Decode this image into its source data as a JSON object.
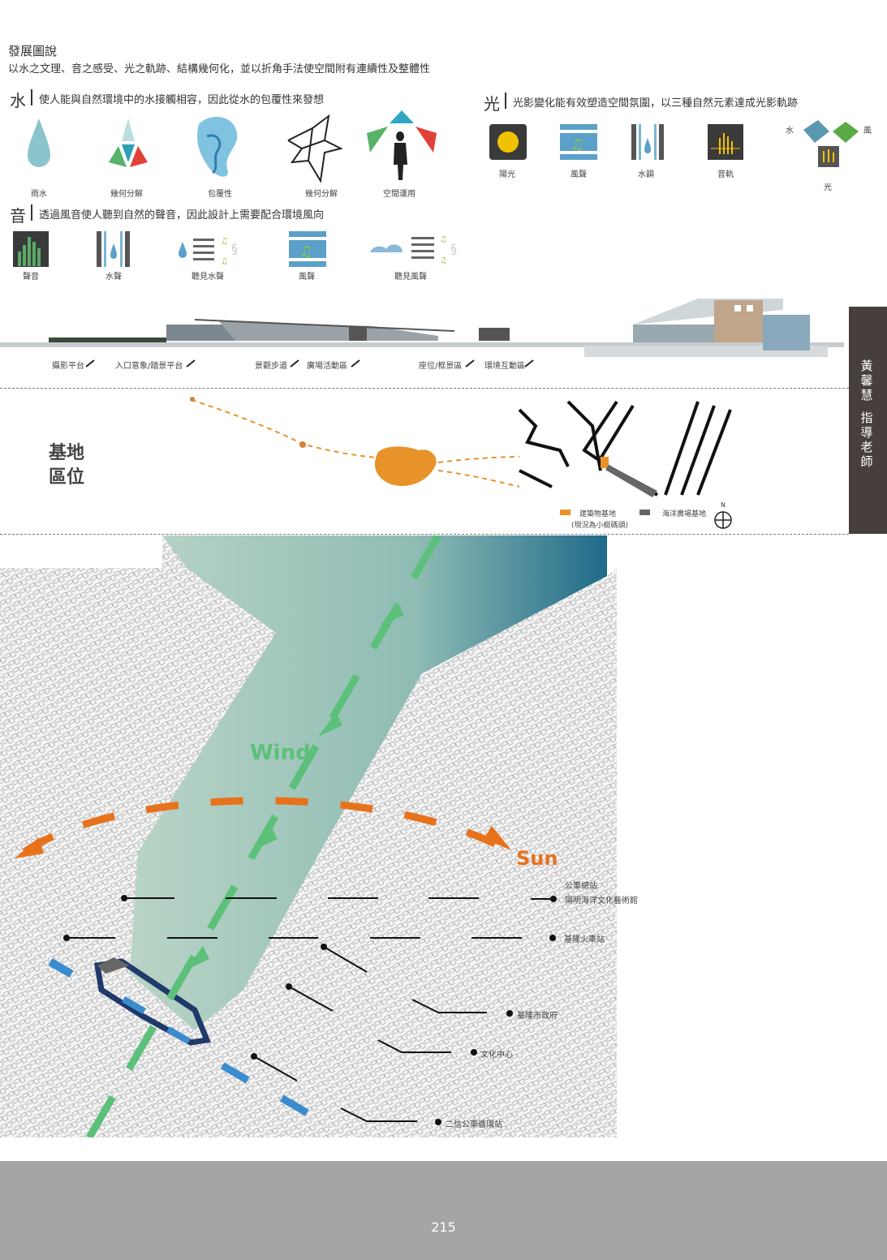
{
  "header": {
    "title": "發展圖說",
    "subtitle": "以水之文理、音之感受、光之軌跡、結構幾何化，並以折角手法使空間附有連續性及整體性"
  },
  "water": {
    "char": "水",
    "desc": "使人能與自然環境中的水接觸相容，因此從水的包覆性來發想",
    "items": [
      "雨水",
      "幾何分解",
      "包覆性",
      "幾何分解",
      "空間運用"
    ]
  },
  "light": {
    "char": "光",
    "desc": "光影變化能有效塑造空間氛圍，以三種自然元素達成光影軌跡",
    "items": [
      "陽光",
      "風聲",
      "水韻",
      "音軌"
    ],
    "triad": {
      "water": "水",
      "wind": "風",
      "light": "光"
    }
  },
  "sound": {
    "char": "音",
    "desc": "透過風音使人聽到自然的聲音，因此設計上需要配合環境風向",
    "items": [
      "聲音",
      "水聲",
      "聽見水聲",
      "風聲",
      "聽見風聲"
    ]
  },
  "section": {
    "labels": [
      "攝影平台",
      "入口意象/踏景平台",
      "景觀步道",
      "廣場活動區",
      "座位/框景區",
      "環境互動區"
    ]
  },
  "sidebar": {
    "name": [
      "黃",
      "馨",
      "慧"
    ],
    "role": [
      "指",
      "導",
      "老",
      "師"
    ]
  },
  "site": {
    "title_line1": "基地",
    "title_line2": "區位",
    "legend": {
      "building": "建築物基地",
      "building_note": "(現況為小艇碼頭)",
      "plaza": "海洋廣場基地",
      "north": "N"
    },
    "colors": {
      "orange": "#e8922a",
      "gray": "#666666"
    }
  },
  "map": {
    "wind_label": "Wind",
    "sun_label": "Sun",
    "colors": {
      "wind": "#5cc07a",
      "sun": "#e8721c",
      "water": "#8fb8a8"
    },
    "landmarks": [
      {
        "name": "公車總站"
      },
      {
        "name": "陽明海洋文化藝術館"
      },
      {
        "name": "基隆火車站"
      },
      {
        "name": "基隆市政府"
      },
      {
        "name": "文化中心"
      },
      {
        "name": "二信公車循環站"
      }
    ]
  },
  "footer": {
    "page": "215"
  }
}
